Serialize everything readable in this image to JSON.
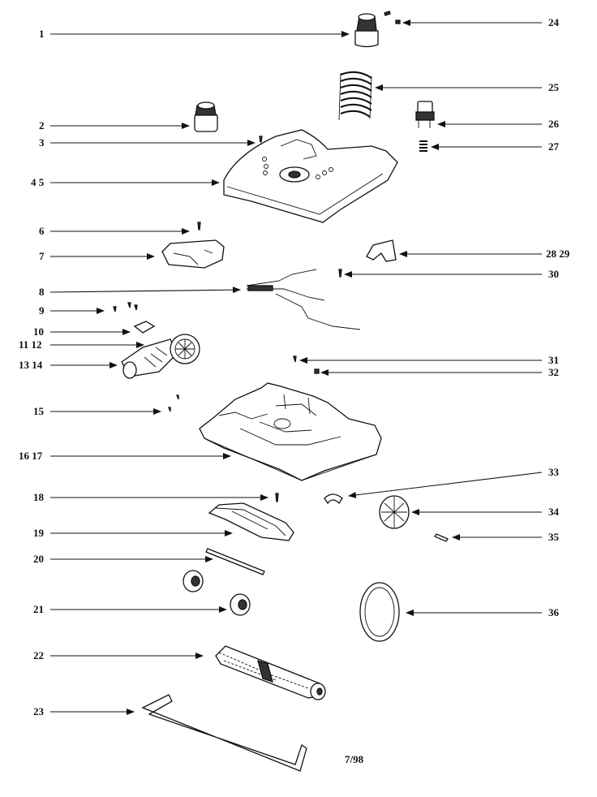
{
  "diagram": {
    "callouts": {
      "c1": "1",
      "c2": "2",
      "c3": "3",
      "c45": "4 5",
      "c6": "6",
      "c7": "7",
      "c8": "8",
      "c9": "9",
      "c10": "10",
      "c1112": "11 12",
      "c1314": "13 14",
      "c15": "15",
      "c1617": "16 17",
      "c18": "18",
      "c19": "19",
      "c20": "20",
      "c21": "21",
      "c22": "22",
      "c23": "23",
      "c24": "24",
      "c25": "25",
      "c26": "26",
      "c27": "27",
      "c2829": "28 29",
      "c30": "30",
      "c31": "31",
      "c32": "32",
      "c33": "33",
      "c34": "34",
      "c35": "35",
      "c36": "36"
    },
    "date_code": "7/98"
  }
}
